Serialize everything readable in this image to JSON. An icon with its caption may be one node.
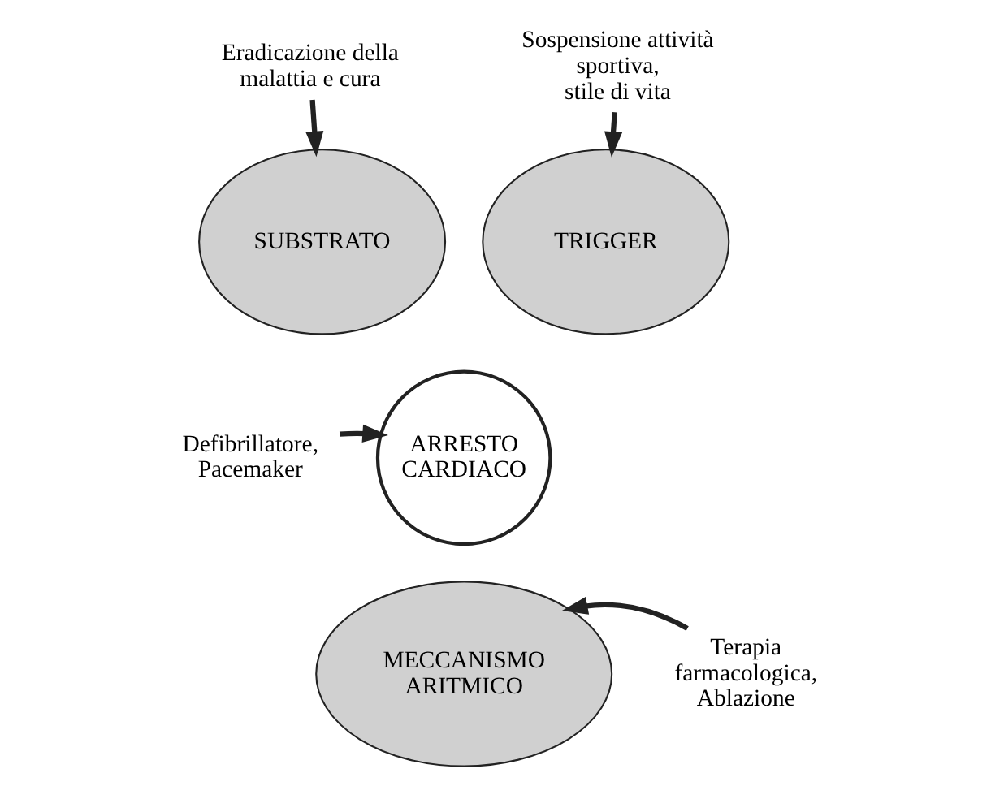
{
  "diagram": {
    "nodes": [
      {
        "text": [
          "Eradicazione della malattia e cura"
        ]
      },
      {
        "text": [
          "Sospensione attività sportiva, stile di vita"
        ]
      },
      {
        "text": [
          "SUBSTRATO"
        ]
      },
      {
        "text": [
          "TRIGGER"
        ]
      },
      {
        "text": [
          "ARRESTO CARDIACO"
        ]
      },
      {
        "text": [
          "Defibrillatore, Pacemaker"
        ]
      },
      {
        "text": [
          "MECCANISMO ARITMICO"
        ]
      },
      {
        "text": [
          "Terapia farmacologica, Ablazione"
        ]
      }
    ],
    "edges": [
      {
        "from": 0,
        "to": 2,
        "arrow": "to"
      },
      {
        "from": 1,
        "to": 3,
        "arrow": "to"
      },
      {
        "from": 5,
        "to": 4,
        "arrow": "to"
      },
      {
        "from": 7,
        "to": 6,
        "arrow": "to"
      }
    ]
  }
}
